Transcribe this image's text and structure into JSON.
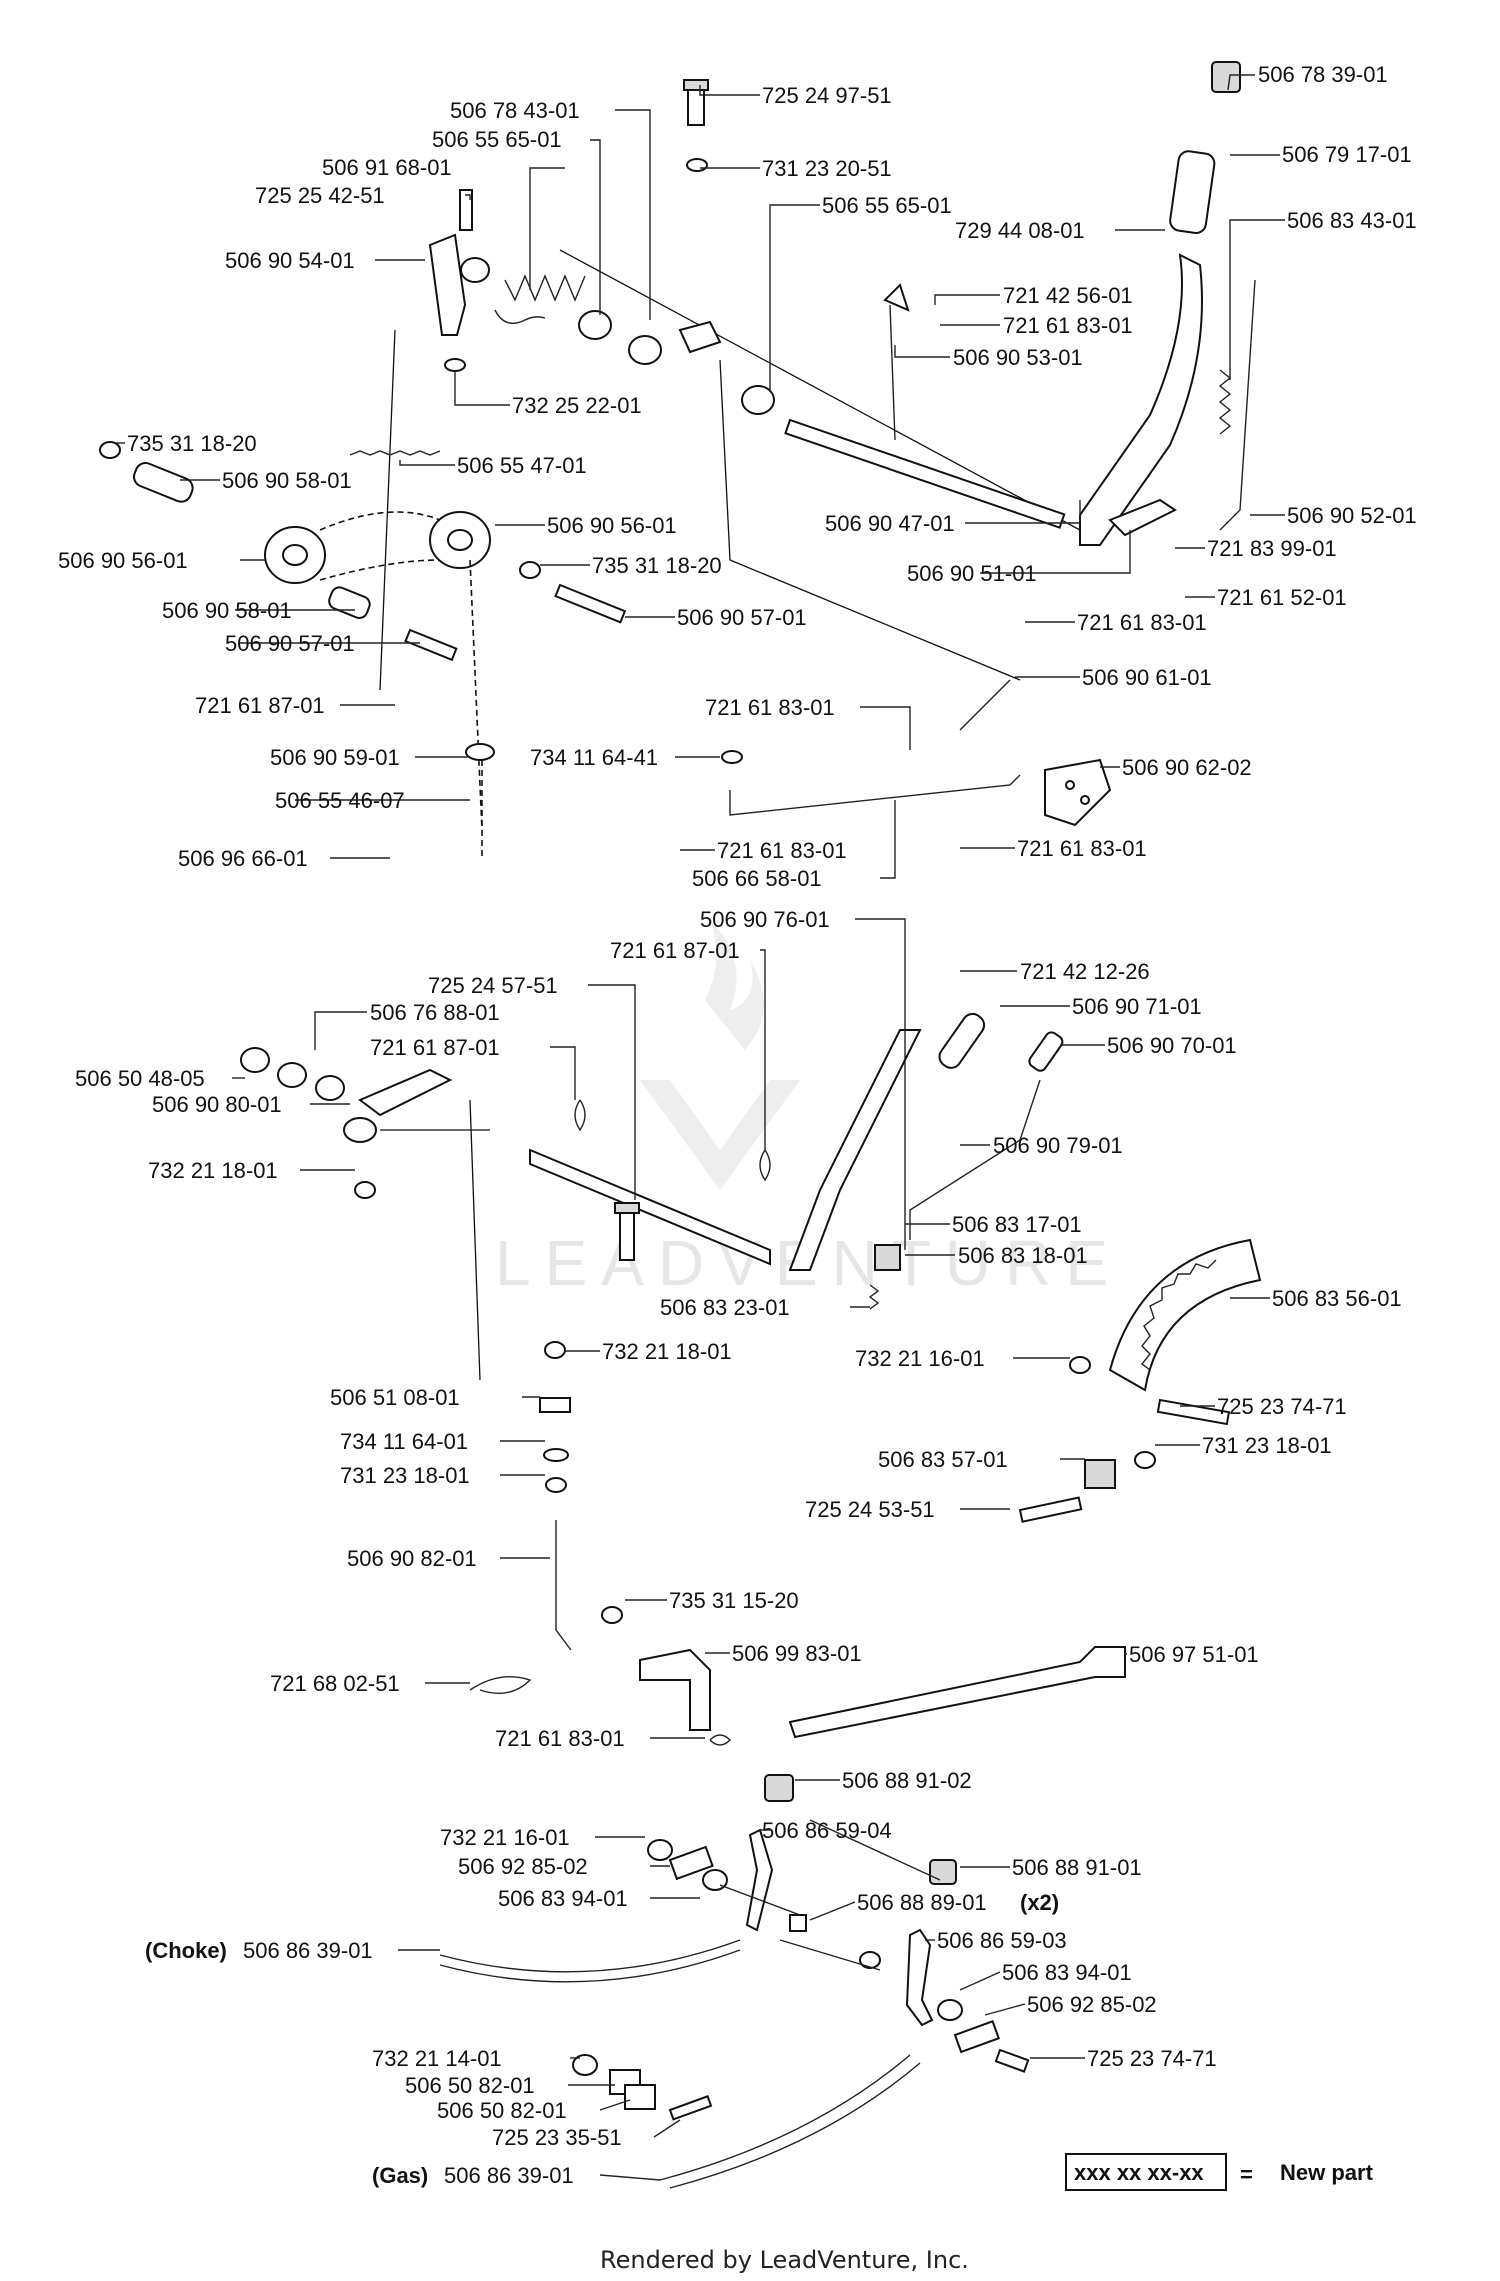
{
  "labels": {
    "l01": "506 78 39-01",
    "l02": "725 24 97-51",
    "l03": "506 78 43-01",
    "l04": "506 55 65-01",
    "l05": "506 91 68-01",
    "l06": "725 25 42-51",
    "l07": "506 79 17-01",
    "l08": "731 23 20-51",
    "l09": "506 55 65-01",
    "l10": "506 83 43-01",
    "l11": "729 44 08-01",
    "l12": "506 90 54-01",
    "l13": "721 42 56-01",
    "l14": "721 61 83-01",
    "l15": "506 90 53-01",
    "l16": "732 25 22-01",
    "l17": "735 31 18-20",
    "l18": "506 55 47-01",
    "l19": "506 90 58-01",
    "l20": "506 90 56-01",
    "l21": "506 90 47-01",
    "l22": "506 90 52-01",
    "l23": "506 90 56-01",
    "l24": "735 31 18-20",
    "l25": "506 90 51-01",
    "l26": "721 83 99-01",
    "l27": "506 90 58-01",
    "l28": "506 90 57-01",
    "l29": "721 61 52-01",
    "l30": "506 90 57-01",
    "l31": "721 61 83-01",
    "l32": "506 90 61-01",
    "l33": "721 61 87-01",
    "l34": "721 61 83-01",
    "l35": "506 90 59-01",
    "l36": "734 11 64-41",
    "l37": "506 90 62-02",
    "l38": "506 55 46-07",
    "l39": "721 61 83-01",
    "l40": "721 61 83-01",
    "l41": "506 96 66-01",
    "l42": "506 66 58-01",
    "l43": "506 90 76-01",
    "l44": "721 61 87-01",
    "l45": "721 42 12-26",
    "l46": "725 24 57-51",
    "l47": "506 76 88-01",
    "l48": "506 90 71-01",
    "l49": "721 61 87-01",
    "l50": "506 90 70-01",
    "l51": "506 50 48-05",
    "l52": "506 90 80-01",
    "l53": "506 90 79-01",
    "l54": "732 21 18-01",
    "l55": "506 83 17-01",
    "l56": "506 83 18-01",
    "l57": "506 83 56-01",
    "l58": "506 83 23-01",
    "l59": "732 21 18-01",
    "l60": "732 21 16-01",
    "l61": "506 51 08-01",
    "l62": "725 23 74-71",
    "l63": "734 11 64-01",
    "l64": "731 23 18-01",
    "l65": "506 83 57-01",
    "l66": "731 23 18-01",
    "l67": "725 24 53-51",
    "l68": "506 90 82-01",
    "l69": "735 31 15-20",
    "l70": "506 99 83-01",
    "l71": "506 97 51-01",
    "l72": "721 68 02-51",
    "l73": "721 61 83-01",
    "l74": "506 88 91-02",
    "l75": "732 21 16-01",
    "l76": "506 86 59-04",
    "l77": "506 92 85-02",
    "l78": "506 88 91-01",
    "l79": "506 83 94-01",
    "l80": "506 88 89-01",
    "l81": "506 86 59-03",
    "l82": "506 86 39-01",
    "l83": "506 83 94-01",
    "l84": "506 92 85-02",
    "l85": "732 21 14-01",
    "l86": "725 23 74-71",
    "l87": "506 50 82-01",
    "l88": "506 50 82-01",
    "l89": "725 23 35-51",
    "l90": "506 86 39-01"
  },
  "qualifiers": {
    "x2": "(x2)",
    "choke": "(Choke)",
    "gas": "(Gas)"
  },
  "legend": {
    "sample": "xxx xx xx-xx",
    "equals": "=",
    "meaning": "New part"
  },
  "watermark": "LEADVENTURE",
  "footer": "Rendered by LeadVenture, Inc."
}
